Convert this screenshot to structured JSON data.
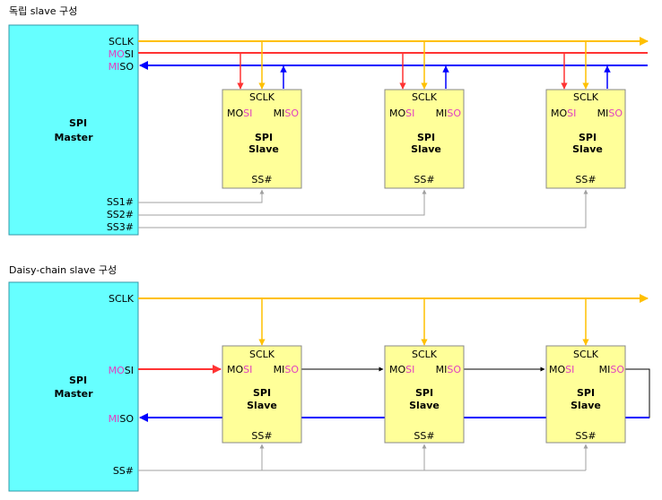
{
  "section1": {
    "title": "독립 slave 구성",
    "master": {
      "line1": "SPI",
      "line2": "Master",
      "sclk": "SCLK",
      "mosi_a": "MO",
      "mosi_b": "SI",
      "miso_a": "MI",
      "miso_b": "SO",
      "ss1": "SS1#",
      "ss2": "SS2#",
      "ss3": "SS3#"
    },
    "slaves": [
      {
        "sclk": "SCLK",
        "mosi_a": "MO",
        "mosi_b": "SI",
        "miso_a": "MI",
        "miso_b": "SO",
        "line1": "SPI",
        "line2": "Slave",
        "ss": "SS#"
      },
      {
        "sclk": "SCLK",
        "mosi_a": "MO",
        "mosi_b": "SI",
        "miso_a": "MI",
        "miso_b": "SO",
        "line1": "SPI",
        "line2": "Slave",
        "ss": "SS#"
      },
      {
        "sclk": "SCLK",
        "mosi_a": "MO",
        "mosi_b": "SI",
        "miso_a": "MI",
        "miso_b": "SO",
        "line1": "SPI",
        "line2": "Slave",
        "ss": "SS#"
      }
    ]
  },
  "section2": {
    "title": "Daisy-chain slave 구성",
    "master": {
      "line1": "SPI",
      "line2": "Master",
      "sclk": "SCLK",
      "mosi_a": "MO",
      "mosi_b": "SI",
      "miso_a": "MI",
      "miso_b": "SO",
      "ss": "SS#"
    },
    "slaves": [
      {
        "sclk": "SCLK",
        "mosi_a": "MO",
        "mosi_b": "SI",
        "miso_a": "MI",
        "miso_b": "SO",
        "line1": "SPI",
        "line2": "Slave",
        "ss": "SS#"
      },
      {
        "sclk": "SCLK",
        "mosi_a": "MO",
        "mosi_b": "SI",
        "miso_a": "MI",
        "miso_b": "SO",
        "line1": "SPI",
        "line2": "Slave",
        "ss": "SS#"
      },
      {
        "sclk": "SCLK",
        "mosi_a": "MO",
        "mosi_b": "SI",
        "miso_a": "MI",
        "miso_b": "SO",
        "line1": "SPI",
        "line2": "Slave",
        "ss": "SS#"
      }
    ]
  },
  "colors": {
    "master_fill": "#66ffff",
    "slave_fill": "#ffff99",
    "sclk": "#ffc000",
    "mosi": "#ff3333",
    "miso": "#0000ff",
    "ss": "#a0a0a0",
    "chain": "#000000",
    "highlight": "#e040c0"
  }
}
